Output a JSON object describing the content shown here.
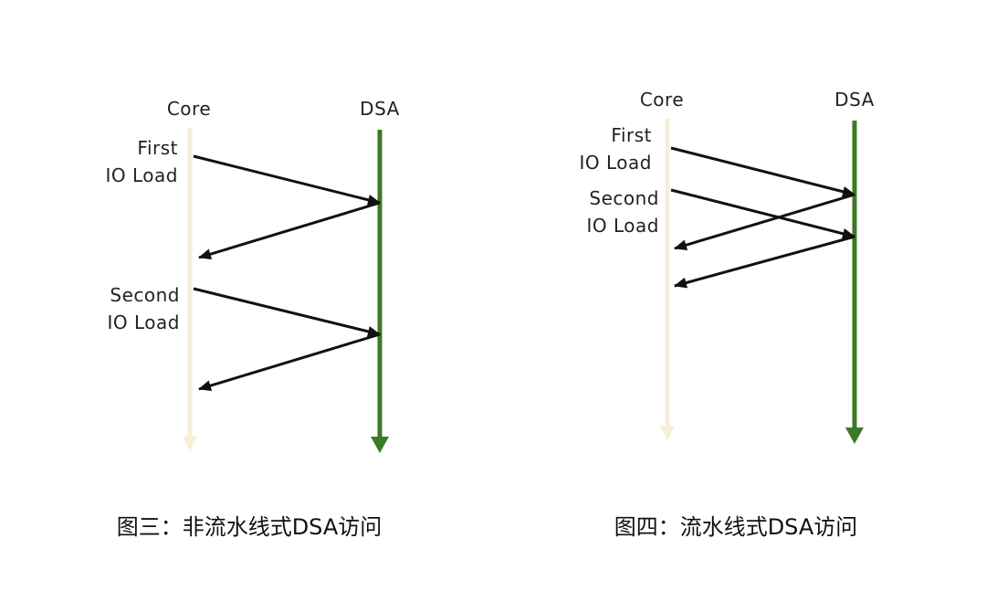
{
  "diagrams": [
    {
      "core_label": "Core",
      "dsa_label": "DSA",
      "first_load": [
        "First",
        "IO Load"
      ],
      "second_load": [
        "Second",
        "IO Load"
      ],
      "caption": "图三：非流水线式DSA访问"
    },
    {
      "core_label": "Core",
      "dsa_label": "DSA",
      "first_load": [
        "First",
        "IO Load"
      ],
      "second_load": [
        "Second",
        "IO Load"
      ],
      "caption": "图四：流水线式DSA访问"
    }
  ],
  "colors": {
    "core_line": "#f6efd8",
    "dsa_line": "#3b7a26",
    "arrow": "#111111"
  }
}
